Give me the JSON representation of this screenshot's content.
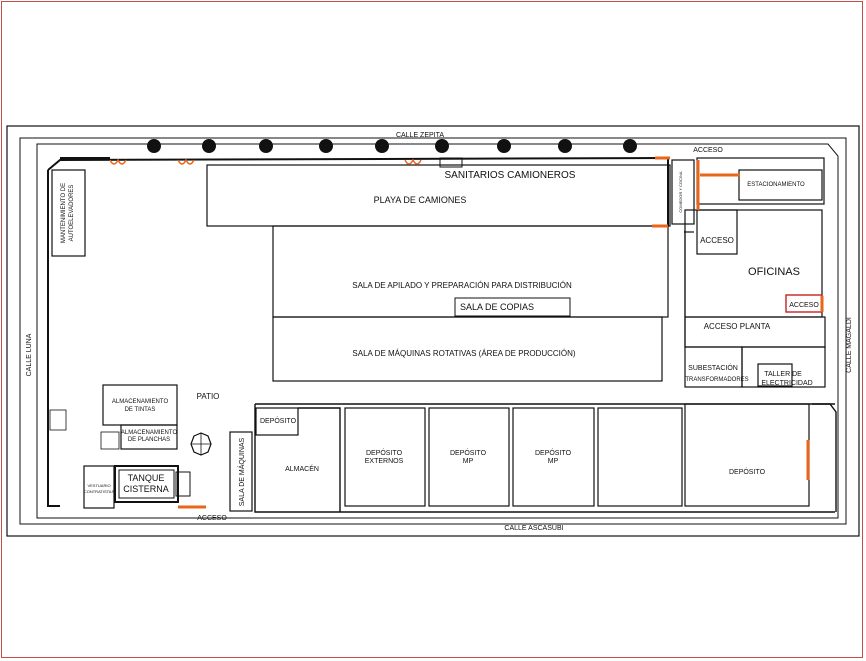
{
  "plan": {
    "streets": {
      "north": "CALLE ZEPITA",
      "south": "CALLE ASCASUBI",
      "west": "CALLE LUNA",
      "east": "CALLE MAGALDI"
    },
    "rooms": {
      "sanitarios": "SANITARIOS CAMIONEROS",
      "playa": "PLAYA DE CAMIONES",
      "apilado": "SALA DE APILADO Y PREPARACIÓN PARA DISTRIBUCIÓN",
      "copias": "SALA DE COPIAS",
      "maquinas_rot": "SALA DE MÁQUINAS ROTATIVAS (ÁREA DE PRODUCCIÓN)",
      "mantenimiento_1": "MANTENIMIENTO DE",
      "mantenimiento_2": "AUTOELEVADORES",
      "patio": "PATIO",
      "tintas_1": "ALMACENAMIENTO",
      "tintas_2": "DE TINTAS",
      "planchas_1": "ALMACENAMIENTO",
      "planchas_2": "DE PLANCHAS",
      "tanque_1": "TANQUE",
      "tanque_2": "CISTERNA",
      "vestuario_1": "VESTUARIO",
      "vestuario_2": "CONTRATISTAS",
      "sala_maquinas": "SALA DE MÁQUINAS",
      "deposito_small": "DEPÓSITO",
      "almacen": "ALMACÉN",
      "dep_ext_1": "DEPÓSITO",
      "dep_ext_2": "EXTERNOS",
      "dep_mp1_1": "DEPÓSITO",
      "dep_mp1_2": "MP",
      "dep_mp2_1": "DEPÓSITO",
      "dep_mp2_2": "MP",
      "deposito_large": "DEPÓSITO",
      "estacionamiento": "ESTACIONAMIENTO",
      "comedor": "COMEDOR Y COCINA",
      "oficinas": "OFICINAS",
      "acceso_planta": "ACCESO PLANTA",
      "subestacion": "SUBESTACIÓN",
      "transformadores": "TRANSFORMADORES",
      "taller_1": "TALLER DE",
      "taller_2": "ELECTRICIDAD"
    },
    "accesos": {
      "top": "ACCESO",
      "oficina": "ACCESO",
      "oficina_red": "ACCESO",
      "bottom": "ACCESO"
    },
    "colors": {
      "wall": "#111111",
      "door": "#e8651a",
      "frame": "#c94a4a",
      "tree": "#111111"
    }
  }
}
